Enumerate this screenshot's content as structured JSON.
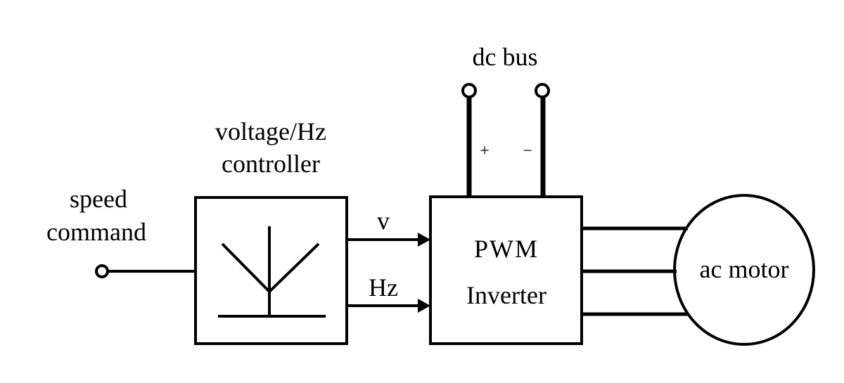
{
  "labels": {
    "speed_line1": "speed",
    "speed_line2": "command",
    "controller_line1": "voltage/Hz",
    "controller_line2": "controller",
    "v": "v",
    "hz": "Hz",
    "dc_bus": "dc bus",
    "plus": "+",
    "minus": "−",
    "pwm": "PWM",
    "inverter": "Inverter",
    "motor": "ac motor"
  }
}
